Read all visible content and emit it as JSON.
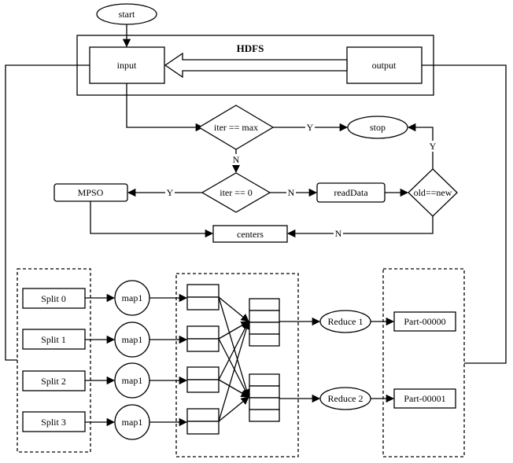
{
  "nodes": {
    "start": "start",
    "hdfs": "HDFS",
    "input": "input",
    "output": "output",
    "iter_max": "iter == max",
    "stop": "stop",
    "iter_zero": "iter == 0",
    "mpso": "MPSO",
    "readdata": "readData",
    "old_new": "old==new",
    "centers": "centers",
    "splits": [
      "Split 0",
      "Split 1",
      "Split 2",
      "Split 3"
    ],
    "maps": [
      "map1",
      "map1",
      "map1",
      "map1"
    ],
    "reduces": [
      "Reduce 1",
      "Reduce 2"
    ],
    "parts": [
      "Part-00000",
      "Part-00001"
    ]
  },
  "edge_labels": {
    "max_yes": "Y",
    "max_no": "N",
    "zero_yes": "Y",
    "zero_no": "N",
    "oldnew_yes": "Y",
    "oldnew_no": "N"
  }
}
